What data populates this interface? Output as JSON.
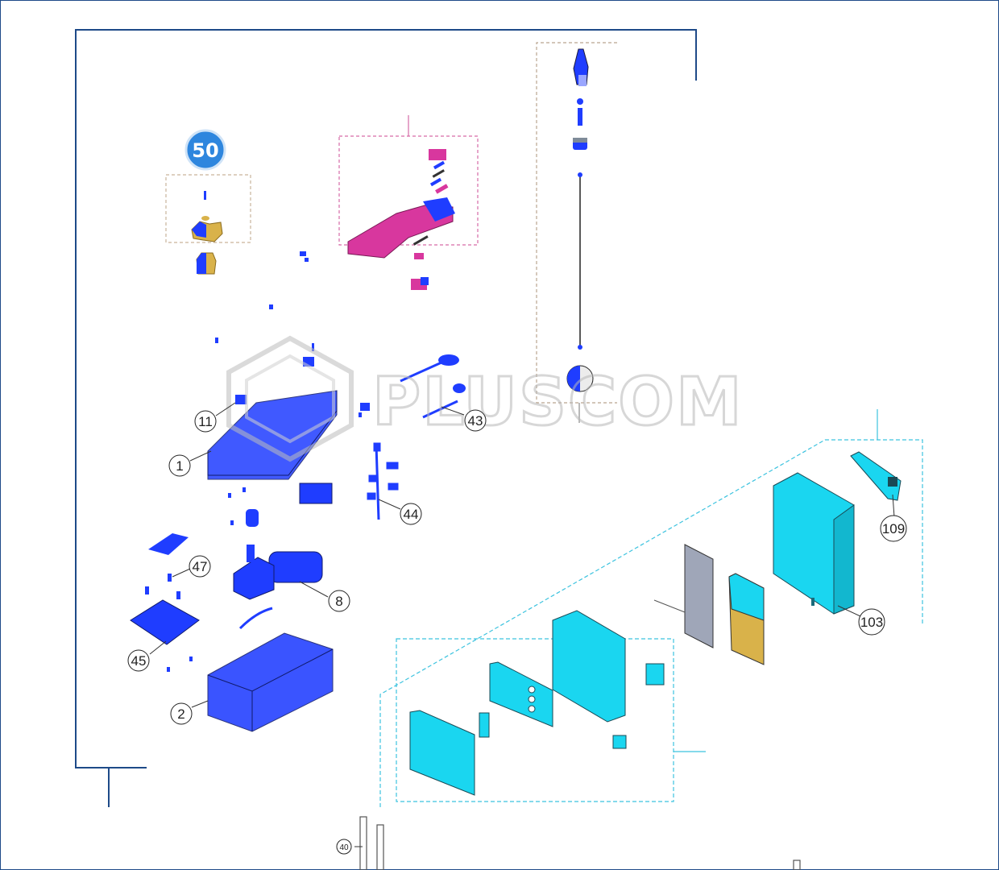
{
  "badge": {
    "label": "50",
    "color": "#2e86de"
  },
  "watermark": {
    "text": "PLUSCOM"
  },
  "callouts": [
    {
      "id": "11",
      "label": "11"
    },
    {
      "id": "1",
      "label": "1"
    },
    {
      "id": "43",
      "label": "43"
    },
    {
      "id": "44",
      "label": "44"
    },
    {
      "id": "47",
      "label": "47"
    },
    {
      "id": "8",
      "label": "8"
    },
    {
      "id": "45",
      "label": "45"
    },
    {
      "id": "2",
      "label": "2"
    },
    {
      "id": "109",
      "label": "109"
    },
    {
      "id": "103",
      "label": "103"
    },
    {
      "id": "40",
      "label": "40"
    }
  ],
  "colors": {
    "frame_blue": "#1e4a88",
    "part_blue": "#1f3dff",
    "part_cyan": "#1ad6f0",
    "part_magenta": "#d8379e",
    "part_gold": "#d9b24a",
    "dash_pink": "#d66aa6",
    "dash_gray": "#b9a58f",
    "dash_cyan": "#3cc3df"
  },
  "icons": [
    "badge-icon",
    "pluscom-logo-icon"
  ]
}
